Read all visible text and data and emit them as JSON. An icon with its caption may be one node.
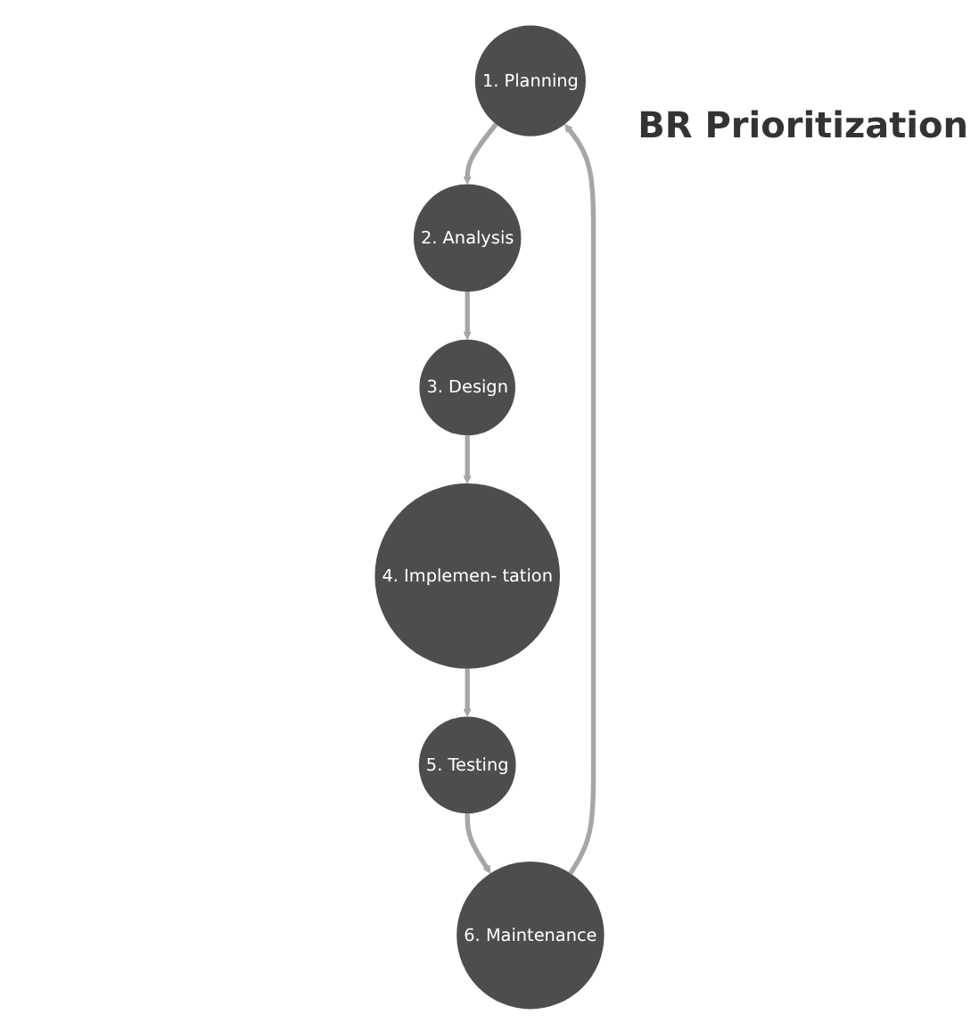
{
  "diagram": {
    "nodes": [
      {
        "text": [
          "1. Planning"
        ]
      },
      {
        "text": [
          "2. Analysis"
        ]
      },
      {
        "text": [
          "3. Design"
        ]
      },
      {
        "text": [
          "4. Implemen- tation"
        ]
      },
      {
        "text": [
          "5. Testing"
        ]
      },
      {
        "text": [
          "6. Maintenance"
        ]
      }
    ],
    "edges": [
      {
        "from": 0,
        "to": 1,
        "arrow": "to"
      },
      {
        "from": 1,
        "to": 2,
        "arrow": "to"
      },
      {
        "from": 2,
        "to": 3,
        "arrow": "to"
      },
      {
        "from": 3,
        "to": 4,
        "arrow": "to"
      },
      {
        "from": 4,
        "to": 5,
        "arrow": "to"
      },
      {
        "from": 5,
        "to": 0,
        "arrow": "to"
      }
    ],
    "labels": [
      "BR Prioritization"
    ]
  }
}
